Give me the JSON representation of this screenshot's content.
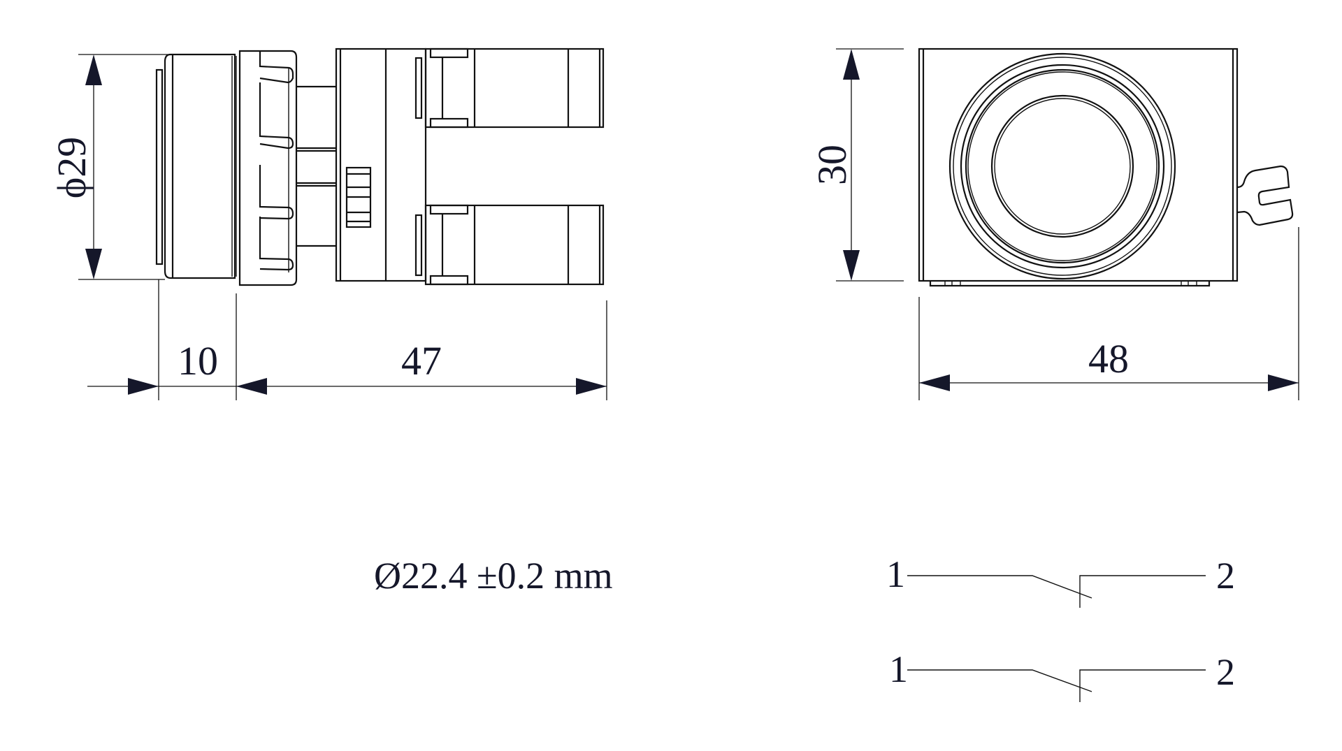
{
  "drawing": {
    "colors": {
      "line": "#111111",
      "text": "#15172a",
      "background": "#ffffff"
    },
    "side_view": {
      "dimensions": {
        "diameter": {
          "label": "ϕ29",
          "value": 29
        },
        "bezel_depth": {
          "label": "10",
          "value": 10
        },
        "body_length": {
          "label": "47",
          "value": 47
        }
      }
    },
    "front_view": {
      "dimensions": {
        "height": {
          "label": "30",
          "value": 30
        },
        "width": {
          "label": "48",
          "value": 48
        }
      }
    },
    "mounting_hole": {
      "label": "Ø22.4 ±0.2 mm"
    },
    "schematic": {
      "contacts": [
        {
          "terminal_left": "1",
          "terminal_right": "2",
          "type": "normally-open"
        },
        {
          "terminal_left": "1",
          "terminal_right": "2",
          "type": "normally-open"
        }
      ]
    }
  }
}
